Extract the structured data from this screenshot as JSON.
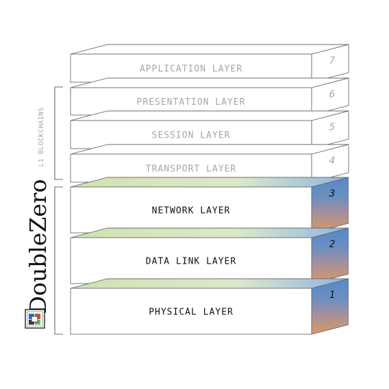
{
  "diagram": {
    "layers": [
      {
        "number": "7",
        "label": "APPLICATION LAYER",
        "active": false
      },
      {
        "number": "6",
        "label": "PRESENTATION LAYER",
        "active": false
      },
      {
        "number": "5",
        "label": "SESSION LAYER",
        "active": false
      },
      {
        "number": "4",
        "label": "TRANSPORT LAYER",
        "active": false
      },
      {
        "number": "3",
        "label": "NETWORK LAYER",
        "active": true,
        "side_color": "#5a8fd0"
      },
      {
        "number": "2",
        "label": "DATA LINK LAYER",
        "active": true,
        "side_color": "#8a86a8"
      },
      {
        "number": "1",
        "label": "PHYSICAL LAYER",
        "active": true,
        "side_color": "#d79a6e"
      }
    ],
    "brackets": {
      "upper_label": "L1 BLOCKCHAINS",
      "lower_brand": "DoubleZero"
    },
    "colors": {
      "inactive_text": "#a6a6a6",
      "active_text": "#111111",
      "outline": "#6a6a6a",
      "top_tint": "#dbe9c6",
      "active_blue": "#5a8fd0",
      "active_mauve": "#8a86a8",
      "active_peach": "#d79a6e"
    },
    "logo_icon": "doublezero-mark-icon"
  }
}
